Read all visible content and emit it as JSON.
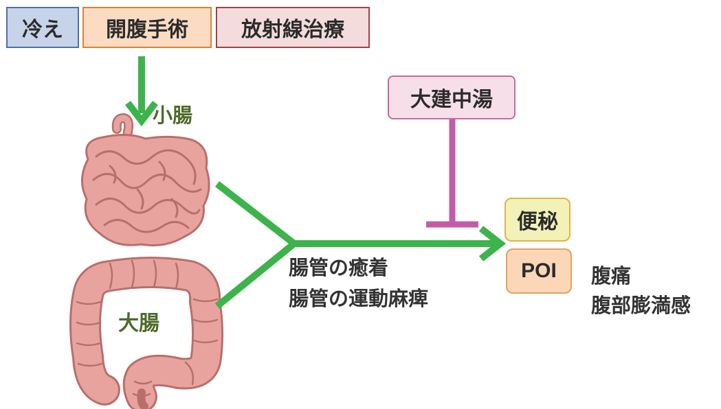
{
  "causes": [
    {
      "label": "冷え",
      "fill": "#c6d3e8",
      "border": "#4f6fa0"
    },
    {
      "label": "開腹手術",
      "fill": "#fbdcc3",
      "border": "#e0812e"
    },
    {
      "label": "放射線治療",
      "fill": "#f4dcdc",
      "border": "#a0414a"
    }
  ],
  "herbal_medicine": {
    "label": "大建中湯",
    "fill": "#f6dfe8",
    "border": "#c56aa0"
  },
  "organs": {
    "small_intestine": "小腸",
    "large_intestine": "大腸"
  },
  "mechanism": [
    "腸管の癒着",
    "腸管の運動麻痺"
  ],
  "outcomes": {
    "constipation": {
      "label": "便秘",
      "fill": "#f1f1b8",
      "border": "#e3b345"
    },
    "poi": {
      "label": "POI",
      "fill": "#fbd7b8",
      "border": "#e3a060"
    }
  },
  "symptoms": [
    "腹痛",
    "腹部膨満感"
  ],
  "colors": {
    "arrow": "#3cb44b",
    "inhibit": "#c35ca8",
    "organ_label": "#4f6a2a",
    "intestine_fill": "#e8a39f",
    "intestine_stroke": "#b86f6c"
  }
}
